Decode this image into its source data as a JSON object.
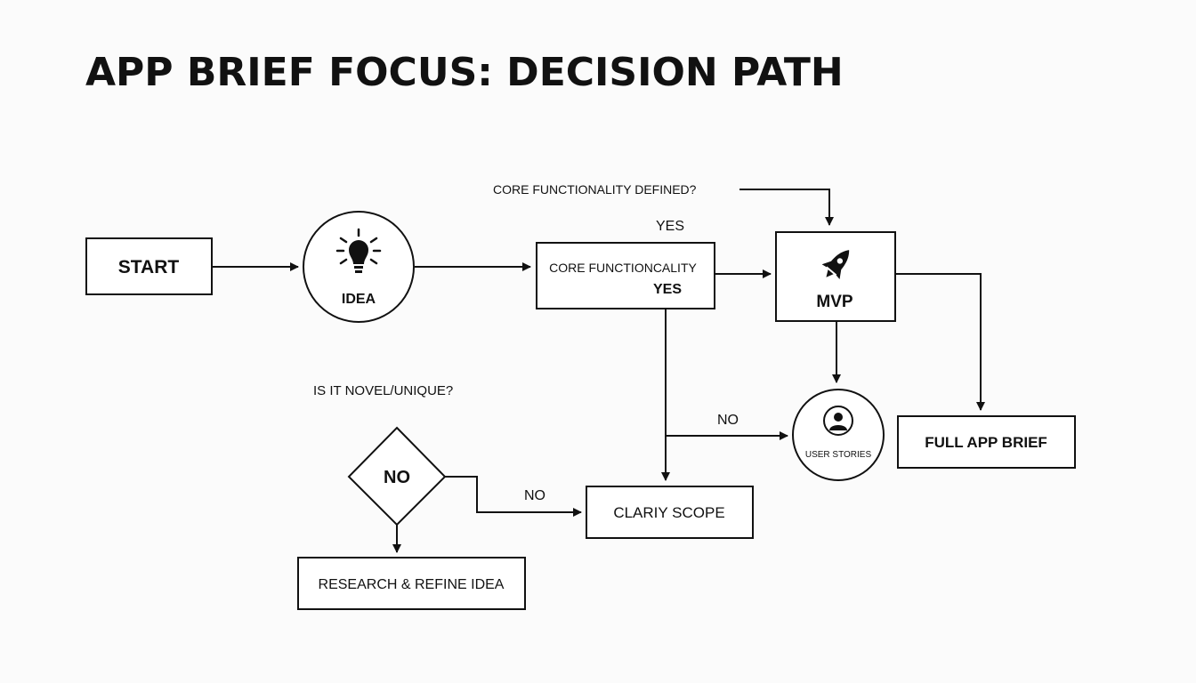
{
  "title": "APP BRIEF FOCUS: DECISION PATH",
  "nodes": {
    "start": "START",
    "idea": "IDEA",
    "core_line1": "CORE FUNCTIONCALITY",
    "core_line2": "YES",
    "mvp": "MVP",
    "user_stories": "USER STORIES",
    "full_app_brief": "FULL APP BRIEF",
    "decision": "NO",
    "clarify_scope": "CLARIY SCOPE",
    "research": "RESEARCH & REFINE IDEA"
  },
  "labels": {
    "core_defined_question": "CORE FUNCTIONALITY DEFINED?",
    "yes_top": "YES",
    "novel_question": "IS IT NOVEL/UNIQUE?",
    "no_to_user_stories": "NO",
    "no_to_clarify": "NO"
  },
  "icons": {
    "idea": "lightbulb-icon",
    "mvp": "rocket-icon",
    "user_stories": "user-avatar-icon"
  },
  "colors": {
    "ink": "#111111",
    "background": "#fbfbfb"
  }
}
